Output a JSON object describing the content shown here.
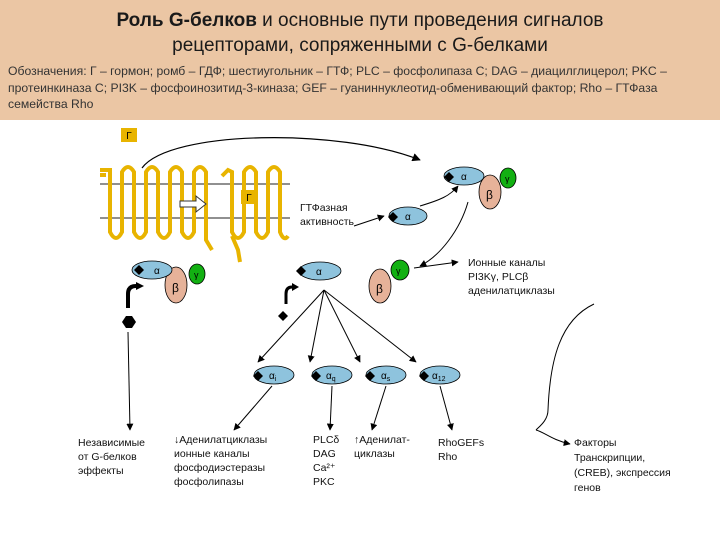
{
  "title": {
    "line1_bold": "Роль G-белков",
    "line1_rest": " и основные пути проведения сигналов",
    "line2": "рецепторами, сопряженными с G-белками"
  },
  "legend": "Обозначения: Г – гормон; ромб – ГДФ; шестиугольник – ГТФ; PLC – фосфолипаза С; DAG – диацилглицерол; PKC – протеинкиназа С; PI3K – фосфоинозитид-3-киназа; GEF – гуаниннуклеотид-обменивающий фактор; Rho – ГТФаза семейства Rho",
  "symbols": {
    "hormone": "Г",
    "alpha": "α",
    "beta": "β",
    "gamma": "γ",
    "alpha_i_sub": "i",
    "alpha_q_sub": "q",
    "alpha_s_sub": "s",
    "alpha_12_sub": "12"
  },
  "labels": {
    "gtpase": [
      "ГТФазная",
      "активность"
    ],
    "targets_right": [
      "Ионные каналы",
      "PI3Kγ, PLCβ",
      "аденилатциклазы"
    ],
    "independent": [
      "Независимые",
      "от G-белков",
      "эффекты"
    ],
    "alpha_i_effects": [
      "↓Аденилатциклазы",
      "ионные каналы",
      "фосфодиэстеразы",
      "фосфолипазы"
    ],
    "alpha_q_effects": [
      "PLCδ",
      "DAG",
      "Ca²⁺",
      "PKC"
    ],
    "alpha_s_effects": [
      "↑Аденилат-",
      "циклазы"
    ],
    "alpha_12_effects": [
      "RhoGEFs",
      "Rho"
    ],
    "transcription": [
      "Факторы",
      "Транскрипции,",
      "(CREB), экспрессия",
      "генов"
    ]
  },
  "colors": {
    "header_bg": "#ebc6a4",
    "receptor": "#e8b400",
    "alpha_fill": "#8ec3dd",
    "beta_fill": "#e6b299",
    "gamma_fill": "#12b012",
    "line": "#000000"
  }
}
